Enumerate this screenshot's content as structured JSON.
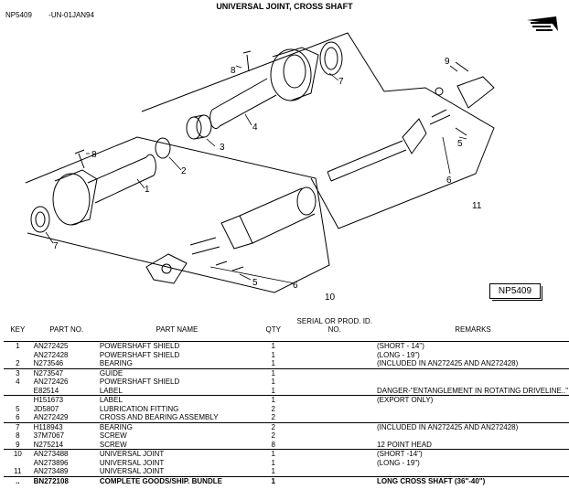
{
  "header": {
    "code": "NP5409",
    "date": "-UN-01JAN94",
    "title": "UNIVERSAL JOINT, CROSS SHAFT"
  },
  "diagram": {
    "stamp": "NP5409",
    "callouts": [
      "1",
      "2",
      "3",
      "4",
      "5",
      "6",
      "7",
      "8",
      "9",
      "10",
      "11",
      "5",
      "6",
      "7",
      "8"
    ]
  },
  "table": {
    "headers": {
      "key": "KEY",
      "part_no": "PART NO.",
      "part_name": "PART NAME",
      "qty": "QTY",
      "serial": "SERIAL OR PROD. ID. NO.",
      "remarks": "REMARKS"
    },
    "rows": [
      {
        "key": "1",
        "part": "AN272425",
        "name": "POWERSHAFT SHIELD",
        "qty": "1",
        "remarks": "(SHORT - 14\")",
        "sep": true
      },
      {
        "key": "",
        "part": "AN272428",
        "name": "POWERSHAFT SHIELD",
        "qty": "1",
        "remarks": "(LONG - 19\")"
      },
      {
        "key": "2",
        "part": "N273546",
        "name": "BEARING",
        "qty": "1",
        "remarks": "(INCLUDED IN AN272425 AND AN272428)"
      },
      {
        "key": "3",
        "part": "N273547",
        "name": "GUIDE",
        "qty": "1",
        "remarks": "",
        "sep": true
      },
      {
        "key": "4",
        "part": "AN272426",
        "name": "POWERSHAFT SHIELD",
        "qty": "1",
        "remarks": ""
      },
      {
        "key": "",
        "part": "E82514",
        "name": "LABEL",
        "qty": "1",
        "remarks": "DANGER-\"ENTANGLEMENT IN ROTATING DRIVELINE..\""
      },
      {
        "key": "",
        "part": "H151673",
        "name": "LABEL",
        "qty": "1",
        "remarks": "(EXPORT ONLY)",
        "sep": true
      },
      {
        "key": "5",
        "part": "JD5807",
        "name": "LUBRICATION FITTING",
        "qty": "2",
        "remarks": ""
      },
      {
        "key": "6",
        "part": "AN272429",
        "name": "CROSS AND BEARING ASSEMBLY",
        "qty": "2",
        "remarks": ""
      },
      {
        "key": "7",
        "part": "H118943",
        "name": "BEARING",
        "qty": "2",
        "remarks": "(INCLUDED IN AN272425 AND AN272428)",
        "sep": true
      },
      {
        "key": "8",
        "part": "37M7067",
        "name": "SCREW",
        "qty": "2",
        "remarks": ""
      },
      {
        "key": "9",
        "part": "N275214",
        "name": "SCREW",
        "qty": "8",
        "remarks": "12 POINT HEAD"
      },
      {
        "key": "10",
        "part": "AN273488",
        "name": "UNIVERSAL JOINT",
        "qty": "1",
        "remarks": "(SHORT -14\")",
        "sep": true
      },
      {
        "key": "",
        "part": "AN273896",
        "name": "UNIVERSAL JOINT",
        "qty": "1",
        "remarks": "(LONG - 19\")"
      },
      {
        "key": "11",
        "part": "AN273489",
        "name": "UNIVERSAL JOINT",
        "qty": "1",
        "remarks": ""
      },
      {
        "key": "..",
        "part": "BN272108",
        "name": "COMPLETE GOODS/SHIP. BUNDLE",
        "qty": "1",
        "remarks": "LONG CROSS SHAFT (36\"-40\")",
        "sep": true,
        "bold": true
      }
    ]
  }
}
